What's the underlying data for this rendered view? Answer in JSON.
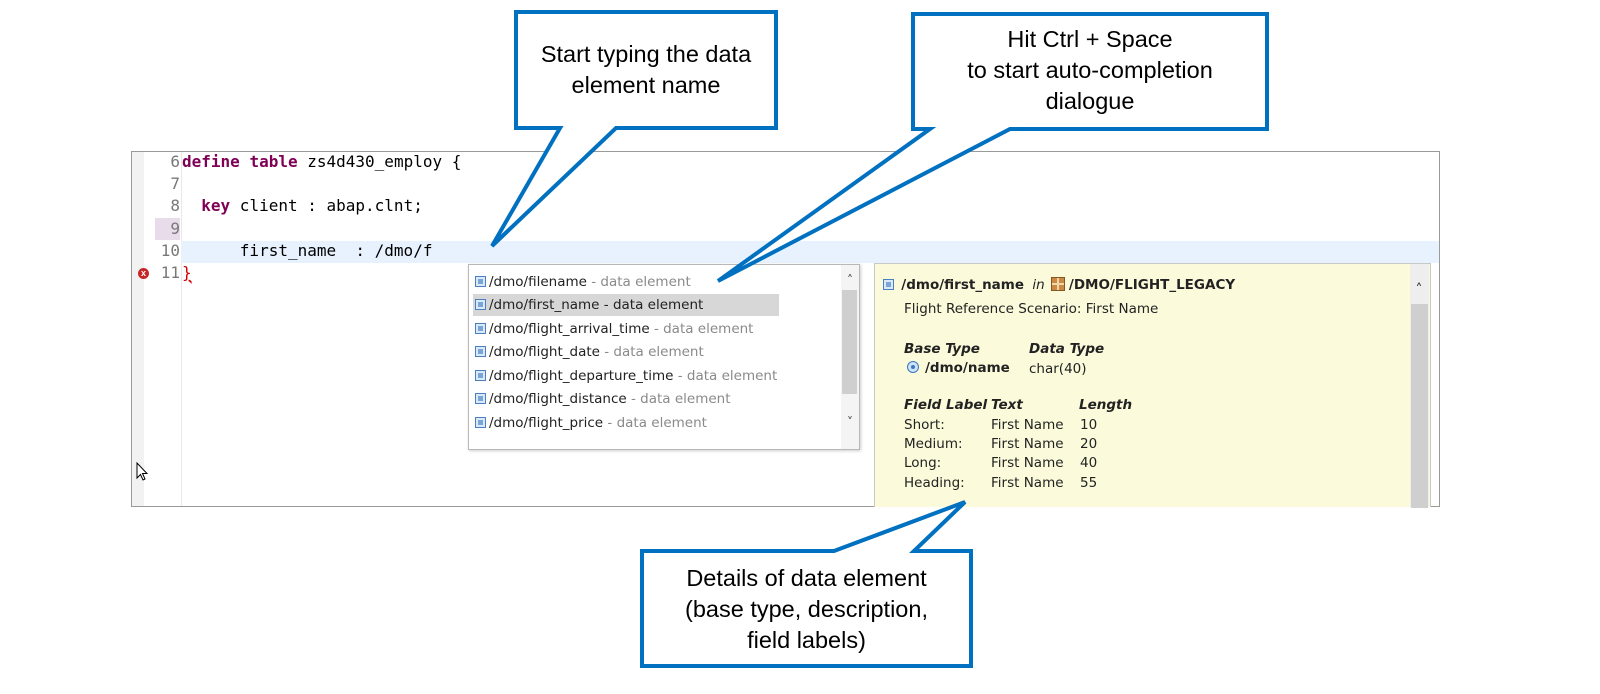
{
  "editor": {
    "lines": [
      {
        "num": "6"
      },
      {
        "num": "7"
      },
      {
        "num": "8"
      },
      {
        "num": "9"
      },
      {
        "num": "10"
      },
      {
        "num": "11"
      }
    ],
    "code": {
      "line6_kw1": "define",
      "line6_kw2": "table",
      "line6_rest": " zs4d430_employ {",
      "line8_kw": "key",
      "line8_rest": " client : abap.clnt;",
      "line10_text": "      first_name  : /dmo/f",
      "line11_text": "}"
    },
    "error_marker": "x"
  },
  "completion": {
    "items": [
      {
        "name": "/dmo/filename",
        "desc": " - data element"
      },
      {
        "name": "/dmo/first_name",
        "desc": " - data element"
      },
      {
        "name": "/dmo/flight_arrival_time",
        "desc": " - data element"
      },
      {
        "name": "/dmo/flight_date",
        "desc": " - data element"
      },
      {
        "name": "/dmo/flight_departure_time",
        "desc": " - data element"
      },
      {
        "name": "/dmo/flight_distance",
        "desc": " - data element"
      },
      {
        "name": "/dmo/flight_price",
        "desc": " - data element"
      }
    ],
    "selected_index": 1,
    "scroll_up": "˄",
    "scroll_down": "˅"
  },
  "details": {
    "name": "/dmo/first_name",
    "in_word": "in",
    "package": "/DMO/FLIGHT_LEGACY",
    "description": "Flight Reference Scenario: First Name",
    "base_type_header": "Base Type",
    "data_type_header": "Data Type",
    "base_type_value": "/dmo/name",
    "data_type_value": "char(40)",
    "label_headers": {
      "field_label": "Field Label",
      "text": "Text",
      "length": "Length"
    },
    "labels": [
      {
        "label": "Short:",
        "text": "First Name",
        "length": "10"
      },
      {
        "label": "Medium:",
        "text": "First Name",
        "length": "20"
      },
      {
        "label": "Long:",
        "text": "First Name",
        "length": "40"
      },
      {
        "label": "Heading:",
        "text": "First Name",
        "length": "55"
      }
    ],
    "scroll_up": "˄"
  },
  "callouts": {
    "typing": {
      "line1": "Start typing the data",
      "line2": "element name"
    },
    "hotkey": {
      "line1": "Hit Ctrl + Space",
      "line2": "to start auto-completion",
      "line3": "dialogue"
    },
    "details": {
      "line1": "Details of data element",
      "line2": "(base type, description,",
      "line3": "field labels)"
    }
  },
  "colors": {
    "callout_border": "#0070c0",
    "keyword": "#7f0055",
    "current_line": "#e8f2fe",
    "details_bg": "#fbfbdb"
  }
}
